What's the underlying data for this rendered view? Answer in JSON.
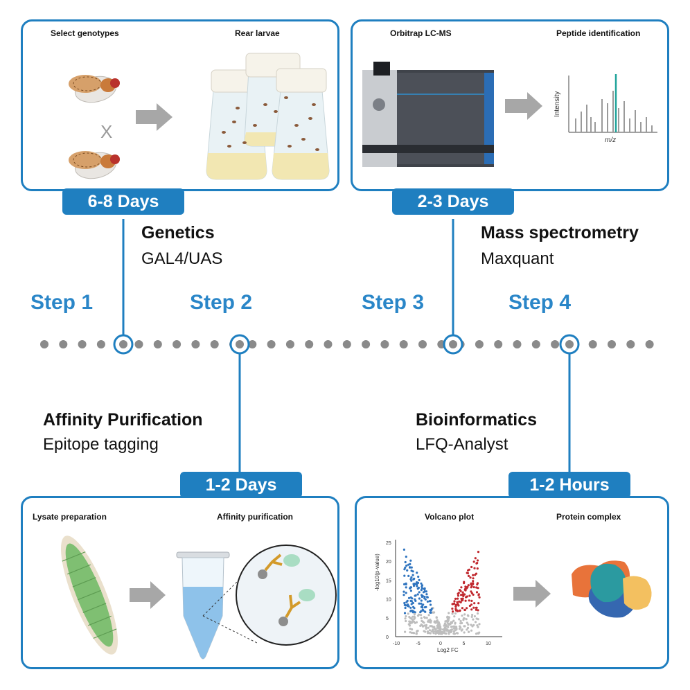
{
  "steps": [
    {
      "label": "Step 1",
      "title": "Genetics",
      "subtitle": "GAL4/UAS",
      "duration": "6-8 Days",
      "panel_labels": [
        "Select genotypes",
        "Rear larvae"
      ],
      "cross_symbol": "X"
    },
    {
      "label": "Step 2",
      "title": "Affinity Purification",
      "subtitle": "Epitope tagging",
      "duration": "1-2 Days",
      "panel_labels": [
        "Lysate preparation",
        "Affinity purification"
      ]
    },
    {
      "label": "Step 3",
      "title": "Mass spectrometry",
      "subtitle": "Maxquant",
      "duration": "2-3 Days",
      "panel_labels": [
        "Orbitrap LC-MS",
        "Peptide identification"
      ],
      "spectrum": {
        "ylabel": "Intensity",
        "xlabel": "m/z"
      }
    },
    {
      "label": "Step 4",
      "title": "Bioinformatics",
      "subtitle": "LFQ-Analyst",
      "duration": "1-2 Hours",
      "panel_labels": [
        "Volcano plot",
        "Protein complex"
      ],
      "volcano": {
        "xlabel": "Log2 FC",
        "ylabel": "-log10(p-value)",
        "xticks": [
          "-10",
          "-5",
          "0",
          "5",
          "10"
        ],
        "yticks": [
          "0",
          "5",
          "10",
          "15",
          "20",
          "25"
        ]
      }
    }
  ],
  "colors": {
    "accent": "#1f7fc0",
    "step_text": "#2a86c8",
    "timeline_dot": "#8a8a8a",
    "volcano_up": "#c0282e",
    "volcano_down": "#2f74bf",
    "volcano_ns": "#bdbdbd"
  }
}
